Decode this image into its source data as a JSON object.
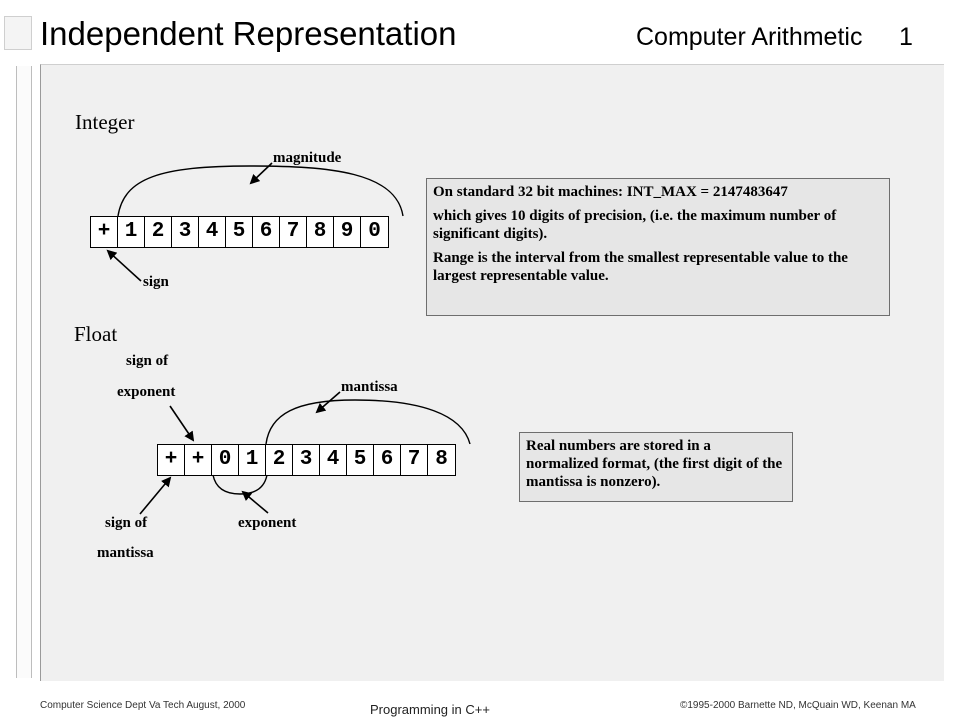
{
  "header": {
    "title": "Independent Representation",
    "topic": "Computer Arithmetic",
    "slide_number": "1"
  },
  "integer": {
    "label": "Integer",
    "digits": [
      "+",
      "1",
      "2",
      "3",
      "4",
      "5",
      "6",
      "7",
      "8",
      "9",
      "0"
    ],
    "magnitude_label": "magnitude",
    "sign_label": "sign",
    "note": {
      "line1": "On standard 32 bit machines:   INT_MAX = 2147483647",
      "line2": "which gives 10 digits of precision, (i.e. the maximum number of significant digits).",
      "line3": "Range is the interval from the smallest representable value to the largest representable value."
    }
  },
  "float": {
    "label": "Float",
    "digits": [
      "+",
      "+",
      "0",
      "1",
      "2",
      "3",
      "4",
      "5",
      "6",
      "7",
      "8"
    ],
    "sign_of_exponent_line1": "sign of",
    "sign_of_exponent_line2": "exponent",
    "mantissa_label": "mantissa",
    "sign_of_mantissa_line1": "sign of",
    "sign_of_mantissa_line2": "mantissa",
    "exponent_label": "exponent",
    "note": "Real numbers are stored in a normalized format, (the first digit of the mantissa is nonzero)."
  },
  "footer": {
    "left": "Computer Science Dept Va Tech  August, 2000",
    "center": "Programming in C++",
    "right": "©1995-2000  Barnette ND, McQuain WD, Keenan MA"
  }
}
